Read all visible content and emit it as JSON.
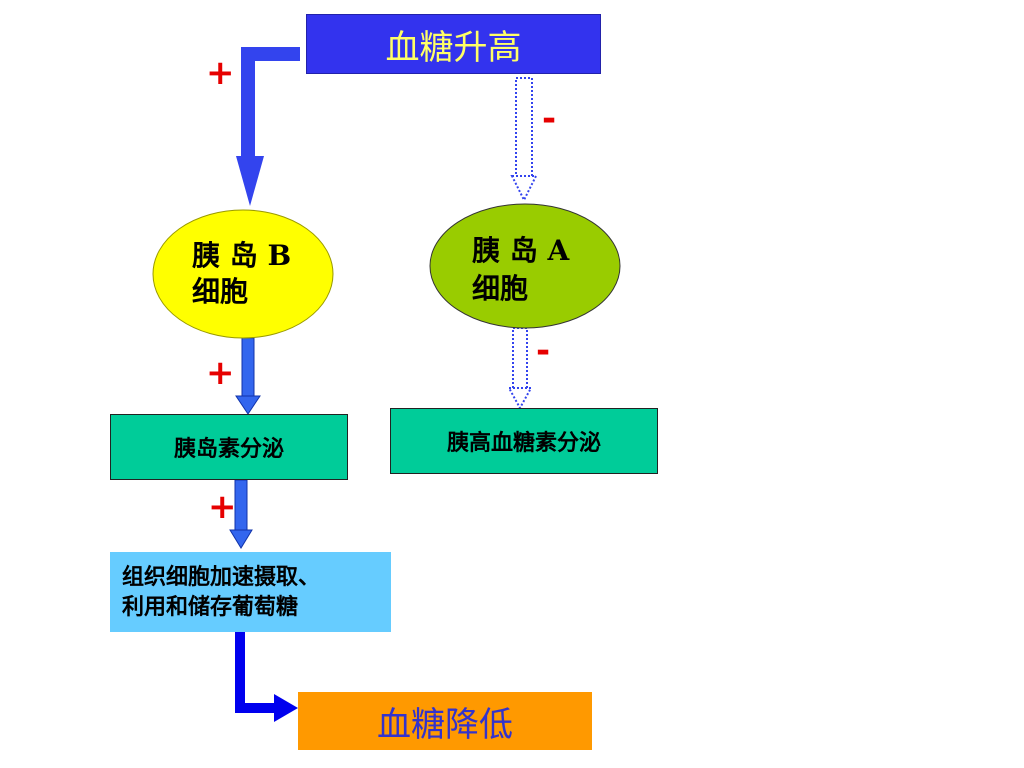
{
  "nodes": {
    "glucose_high": "血糖升高",
    "b_cell_line1": "胰 岛 B",
    "b_cell_line2": "细胞",
    "a_cell_line1": "胰 岛 A",
    "a_cell_line2": "细胞",
    "insulin": "胰岛素分泌",
    "glucagon": "胰高血糖素分泌",
    "tissue_line1": "组织细胞加速摄取、",
    "tissue_line2": "利用和储存葡萄糖",
    "glucose_low": "血糖降低"
  },
  "signs": {
    "promote": "+",
    "inhibit": "-"
  },
  "colors": {
    "glucose_high_bg": "#3333ee",
    "glucose_high_text": "#ffff66",
    "b_cell_fill": "#ffff00",
    "a_cell_fill": "#99cc00",
    "secretion_fill": "#00cc99",
    "tissue_fill": "#66ccff",
    "glucose_low_bg": "#ff9900",
    "glucose_low_text": "#3333cc",
    "arrow_blue": "#3355ee",
    "sign_red": "#e60000"
  }
}
